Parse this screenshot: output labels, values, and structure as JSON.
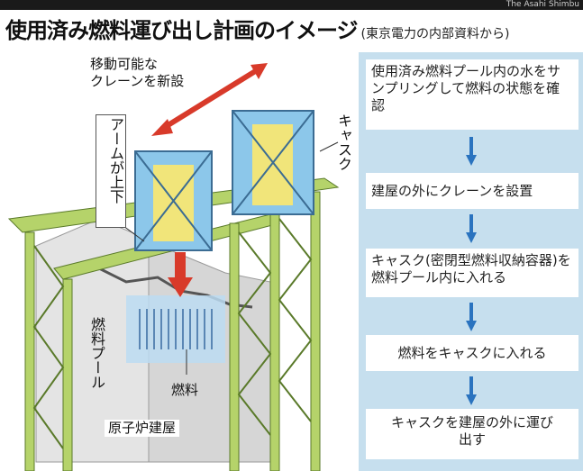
{
  "header": {
    "title": "使用済み燃料運び出し計画のイメージ",
    "subtitle": "(東京電力の内部資料から)",
    "credit": "The Asahi Shimbu"
  },
  "illustration": {
    "crane_label_line1": "移動可能な",
    "crane_label_line2": "クレーンを新設",
    "arm_label": "アームが上下",
    "cask_label": "キャスク",
    "pool_label": "燃料プール",
    "fuel_label": "燃料",
    "building_label": "原子炉建屋"
  },
  "steps": [
    {
      "text": "使用済み燃料プール内の水をサンプリングして燃料の状態を確認"
    },
    {
      "text": "建屋の外にクレーンを設置"
    },
    {
      "text": "キャスク(密閉型燃料収納容器)を燃料プール内に入れる"
    },
    {
      "text": "燃料をキャスクに入れる"
    },
    {
      "text": "キャスクを建屋の外に運び出す"
    }
  ],
  "colors": {
    "step_panel": "#c6dfee",
    "arrow": "#2a73bf",
    "frame_green": "#b5d36a",
    "red_arrow": "#d83a2a",
    "cask_yellow": "#f1e57a",
    "cask_frame": "#8cc7ea"
  }
}
